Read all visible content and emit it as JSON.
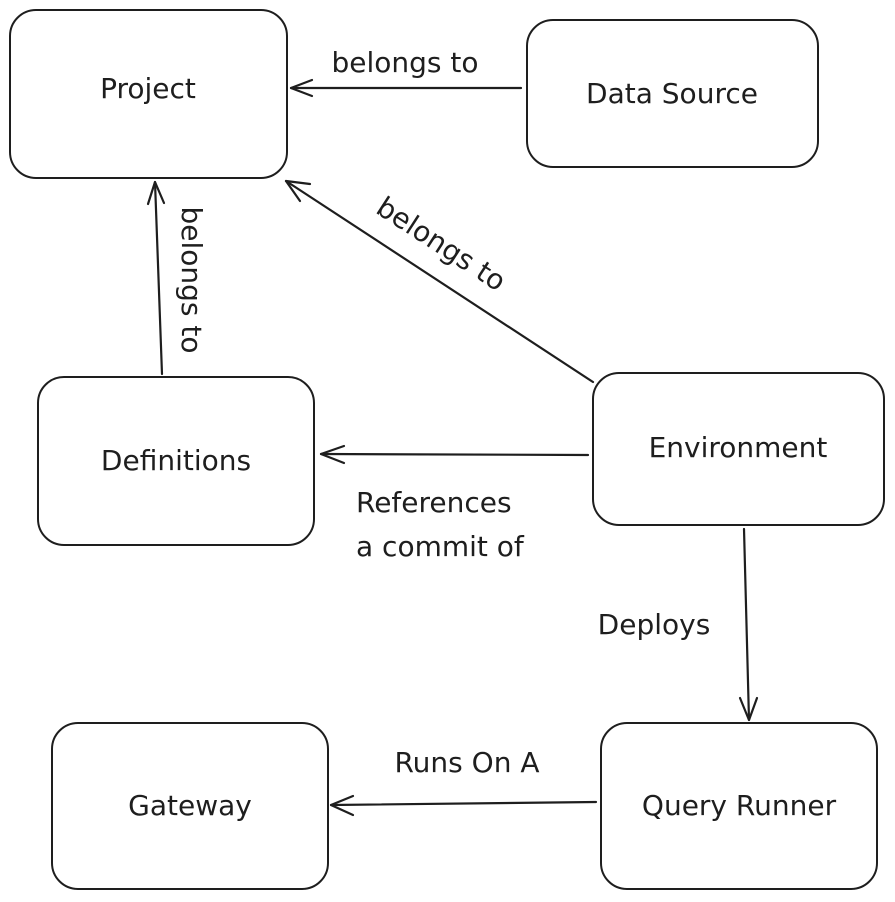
{
  "diagram": {
    "nodes": [
      {
        "id": "project",
        "label": "Project"
      },
      {
        "id": "data_source",
        "label": "Data Source"
      },
      {
        "id": "definitions",
        "label": "Definitions"
      },
      {
        "id": "environment",
        "label": "Environment"
      },
      {
        "id": "gateway",
        "label": "Gateway"
      },
      {
        "id": "query_runner",
        "label": "Query Runner"
      }
    ],
    "edges": [
      {
        "from": "data_source",
        "to": "project",
        "label": "belongs to"
      },
      {
        "from": "definitions",
        "to": "project",
        "label": "belongs to"
      },
      {
        "from": "environment",
        "to": "project",
        "label": "belongs to"
      },
      {
        "from": "environment",
        "to": "definitions",
        "label_lines": [
          "References",
          "a commit of"
        ]
      },
      {
        "from": "environment",
        "to": "query_runner",
        "label": "Deploys"
      },
      {
        "from": "query_runner",
        "to": "gateway",
        "label": "Runs On A"
      }
    ],
    "colors": {
      "stroke": "#1e1e1e",
      "background": "#ffffff"
    }
  }
}
